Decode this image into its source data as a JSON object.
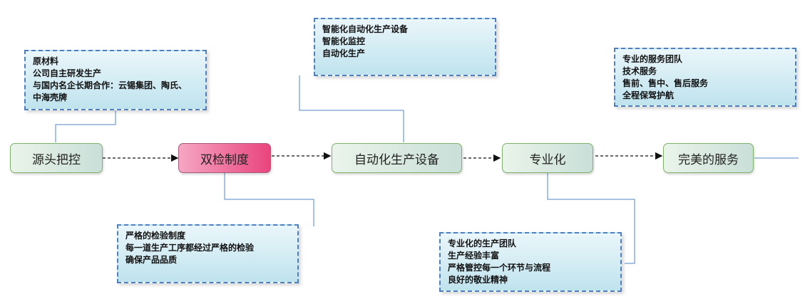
{
  "stages": [
    {
      "label": "源头把控"
    },
    {
      "label": "双检制度"
    },
    {
      "label": "自动化生产设备"
    },
    {
      "label": "专业化"
    },
    {
      "label": "完美的服务"
    }
  ],
  "notes": {
    "raw_material": {
      "lines": [
        "原材料",
        "公司自主研发生产",
        "与国内名企长期合作：云锡集团、陶氏、",
        "中海壳牌"
      ]
    },
    "inspection": {
      "lines": [
        "严格的检验制度",
        "每一道生产工序都经过严格的检验",
        "确保产品品质"
      ]
    },
    "automation": {
      "lines": [
        "智能化自动化生产设备",
        "智能化监控",
        "自动化生产"
      ]
    },
    "professional": {
      "lines": [
        "专业化的生产团队",
        "生产经验丰富",
        "严格管控每一个环节与流程",
        "良好的敬业精神"
      ]
    },
    "service": {
      "lines": [
        "专业的服务团队",
        "技术服务",
        "售前、售中、售后服务",
        "全程保驾护航"
      ]
    }
  },
  "colors": {
    "stage_border": "#7fb36a",
    "active_stage": "#e9457d",
    "note_border": "#4f7fbf",
    "connector": "#4f86c6",
    "arrow": "#111111"
  }
}
